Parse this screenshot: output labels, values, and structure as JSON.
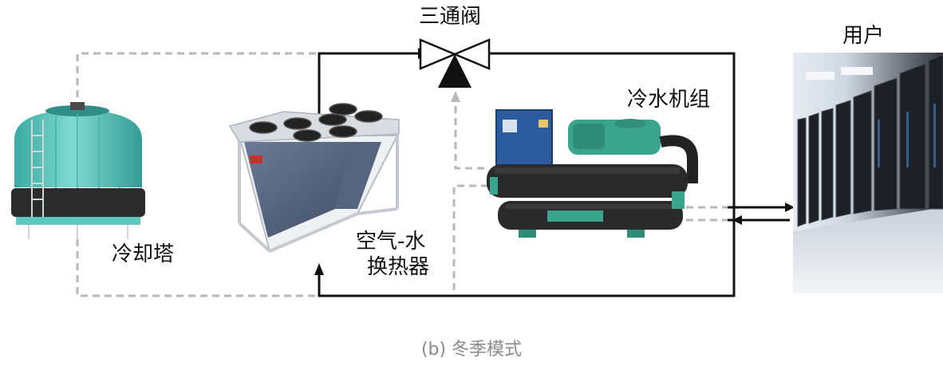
{
  "labels": {
    "valve": "三通阀",
    "user": "用户",
    "chiller": "冷水机组",
    "cooling_tower": "冷却塔",
    "heat_exchanger_line1": "空气-水",
    "heat_exchanger_line2": "换热器"
  },
  "caption": "(b) 冬季模式",
  "colors": {
    "active_pipe": "#111111",
    "inactive_pipe": "#b8b8b8",
    "tower_body": "#5ec9c0",
    "tower_band": "#2b2b2b",
    "chiller_body": "#2a2a2a",
    "chiller_pump": "#3aa58c",
    "control_box": "#2c5b9f"
  },
  "legend_icons": [
    "cooling-tower-icon",
    "heat-exchanger-icon",
    "chiller-icon",
    "three-way-valve-icon",
    "server-rack-icon"
  ]
}
